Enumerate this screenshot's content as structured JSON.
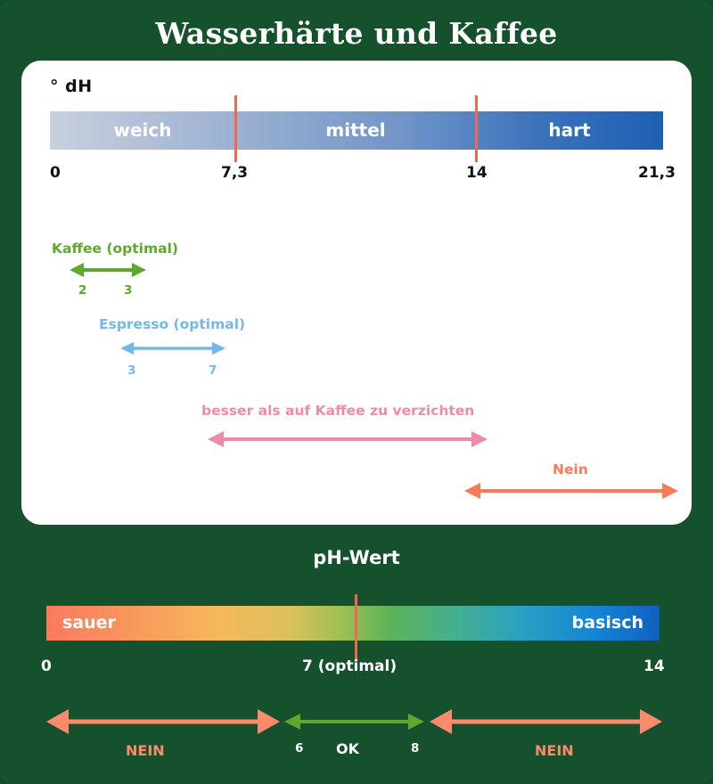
{
  "page": {
    "title": "Wasserhärte und Kaffee",
    "background_color": "#14512c",
    "card_color": "#ffffff"
  },
  "hardness": {
    "unit_label": "° dH",
    "segments": [
      {
        "label": "weich",
        "from": 0,
        "to": 7.3
      },
      {
        "label": "mittel",
        "from": 7.3,
        "to": 14
      },
      {
        "label": "hart",
        "from": 14,
        "to": 21.3
      }
    ],
    "axis": {
      "min": 0,
      "max": 21.3,
      "ticks": [
        "0",
        "7,3",
        "14",
        "21,3"
      ],
      "tick_values": [
        0,
        7.3,
        14,
        21.3
      ]
    },
    "marker_color": "#f4674f",
    "gradient_from": "#c8d0de",
    "gradient_to": "#1e5fb4",
    "ranges": [
      {
        "name": "kaffee-optimal",
        "label": "Kaffee (optimal)",
        "color": "#5ea92b",
        "from": 2,
        "to": 3,
        "from_label": "2",
        "to_label": "3"
      },
      {
        "name": "espresso-optimal",
        "label": "Espresso (optimal)",
        "color": "#72b9e8",
        "from": 3,
        "to": 7,
        "from_label": "3",
        "to_label": "7"
      },
      {
        "name": "besser-verzichten",
        "label": "besser als auf Kaffee zu verzichten",
        "color": "#ef8aa8",
        "from": 6,
        "to": 15.5,
        "from_label": "",
        "to_label": ""
      },
      {
        "name": "nein",
        "label": "Nein",
        "color": "#fc7a58",
        "from": 14.5,
        "to": 21.8,
        "from_label": "",
        "to_label": ""
      }
    ]
  },
  "ph": {
    "title": "pH-Wert",
    "segments": [
      {
        "label": "sauer"
      },
      {
        "label": "basisch"
      }
    ],
    "axis": {
      "min": 0,
      "max": 14,
      "ticks": [
        "0",
        "7 (optimal)",
        "14"
      ],
      "optimal_value": 7
    },
    "marker_color": "#f4674f",
    "ranges": [
      {
        "name": "nein-links",
        "label": "NEIN",
        "color": "#fc8a6b",
        "from_label": "",
        "to_label": ""
      },
      {
        "name": "ok",
        "label": "OK",
        "color": "#5ea92b",
        "from_label": "6",
        "to_label": "8"
      },
      {
        "name": "nein-rechts",
        "label": "NEIN",
        "color": "#fc8a6b",
        "from_label": "",
        "to_label": ""
      }
    ]
  }
}
